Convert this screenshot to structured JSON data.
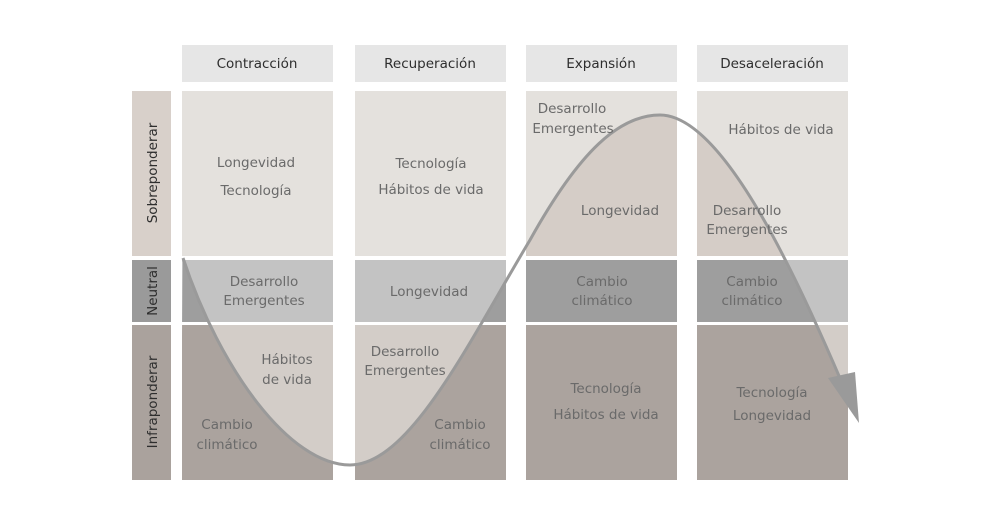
{
  "phases": [
    "Contracción",
    "Recuperación",
    "Expansión",
    "Desaceleración"
  ],
  "rows": [
    "Sobreponderar",
    "Neutral",
    "Infraponderar"
  ],
  "cells": {
    "contraccion": {
      "sobre": [
        "Longevidad",
        "Tecnología"
      ],
      "neutral": [
        "Desarrollo",
        "Emergentes"
      ],
      "infra_a": [
        "Hábitos",
        "de vida"
      ],
      "infra_b": [
        "Cambio",
        "climático"
      ]
    },
    "recuperacion": {
      "sobre": [
        "Tecnología",
        "Hábitos de vida"
      ],
      "neutral": [
        "Longevidad"
      ],
      "infra_a": [
        "Desarrollo",
        "Emergentes"
      ],
      "infra_b": [
        "Cambio",
        "climático"
      ]
    },
    "expansion": {
      "sobre_a": [
        "Desarrollo",
        "Emergentes"
      ],
      "sobre_b": [
        "Longevidad"
      ],
      "neutral": [
        "Cambio",
        "climático"
      ],
      "infra": [
        "Tecnología",
        "Hábitos de vida"
      ]
    },
    "desaceleracion": {
      "sobre_a": [
        "Hábitos de vida"
      ],
      "sobre_b": [
        "Desarrollo",
        "Emergentes"
      ],
      "neutral": [
        "Cambio",
        "climático"
      ],
      "infra": [
        "Tecnología",
        "Longevidad"
      ]
    }
  },
  "colors": {
    "header": "#e6e6e6",
    "sobre_light": "#e4e1dd",
    "sobre_dark": "#d5cdc7",
    "neutral_light": "#c3c3c3",
    "neutral_dark": "#9e9e9e",
    "infra_light": "#d3cdc8",
    "infra_dark": "#aba39e",
    "curve": "#9a9a9a"
  }
}
